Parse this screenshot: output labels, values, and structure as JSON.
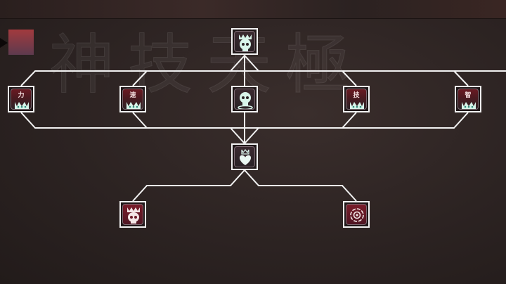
{
  "screen": "skill-tree",
  "background_text": "神技天極",
  "nodes": [
    {
      "id": "root",
      "icon": "crowned-skull-icon",
      "style": "teal"
    },
    {
      "id": "stat-1",
      "icon": "crown-icon",
      "glyph": "力",
      "style": "redtop"
    },
    {
      "id": "stat-2",
      "icon": "crown-icon",
      "glyph": "速",
      "style": "redtop"
    },
    {
      "id": "center",
      "icon": "skull-icon",
      "style": "teal"
    },
    {
      "id": "stat-3",
      "icon": "crown-icon",
      "glyph": "技",
      "style": "redtop"
    },
    {
      "id": "stat-4",
      "icon": "crown-icon",
      "glyph": "智",
      "style": "redtop"
    },
    {
      "id": "heart",
      "icon": "crowned-heart-icon",
      "style": "teal"
    },
    {
      "id": "skull-red",
      "icon": "crowned-skull-icon",
      "style": "red"
    },
    {
      "id": "target",
      "icon": "crosshair-icon",
      "style": "red"
    }
  ],
  "colors": {
    "line": "#f2f2f2",
    "icon_teal": "#d8f4ea",
    "accent_red": "#a23a3e"
  }
}
